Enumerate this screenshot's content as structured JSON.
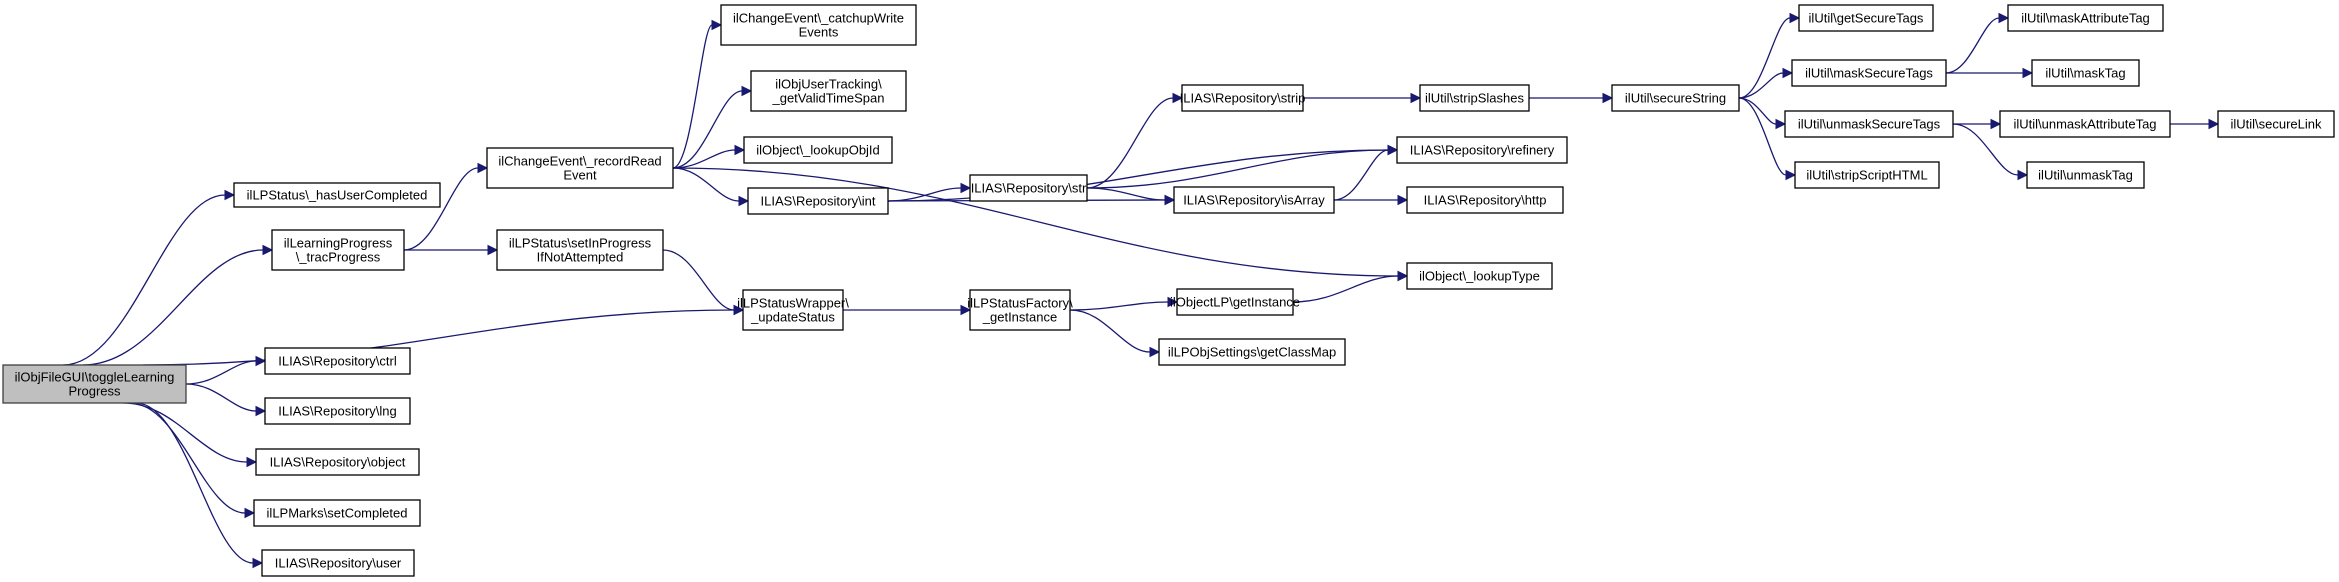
{
  "graph": {
    "title": "ilObjFileGUI\\toggleLearningProgress call graph",
    "colors": {
      "edge": "#191970",
      "root_fill": "#bfbfbf",
      "node_fill": "#ffffff",
      "border": "#000000"
    },
    "nodes": [
      {
        "id": "root",
        "lines": [
          "ilObjFileGUI\\toggleLearning",
          "Progress"
        ],
        "root": true
      },
      {
        "id": "hasUserCompleted",
        "lines": [
          "ilLPStatus\\_hasUserCompleted"
        ]
      },
      {
        "id": "tracProgress",
        "lines": [
          "ilLearningProgress",
          "\\_tracProgress"
        ]
      },
      {
        "id": "recordReadEvent",
        "lines": [
          "ilChangeEvent\\_recordRead",
          "Event"
        ]
      },
      {
        "id": "setInProgress",
        "lines": [
          "ilLPStatus\\setInProgress",
          "IfNotAttempted"
        ]
      },
      {
        "id": "ctrl",
        "lines": [
          "ILIAS\\Repository\\ctrl"
        ]
      },
      {
        "id": "lng",
        "lines": [
          "ILIAS\\Repository\\lng"
        ]
      },
      {
        "id": "object",
        "lines": [
          "ILIAS\\Repository\\object"
        ]
      },
      {
        "id": "setCompleted",
        "lines": [
          "ilLPMarks\\setCompleted"
        ]
      },
      {
        "id": "user",
        "lines": [
          "ILIAS\\Repository\\user"
        ]
      },
      {
        "id": "catchupWriteEvents",
        "lines": [
          "ilChangeEvent\\_catchupWrite",
          "Events"
        ]
      },
      {
        "id": "getValidTimeSpan",
        "lines": [
          "ilObjUserTracking\\",
          "_getValidTimeSpan"
        ]
      },
      {
        "id": "lookupObjId",
        "lines": [
          "ilObject\\_lookupObjId"
        ]
      },
      {
        "id": "int",
        "lines": [
          "ILIAS\\Repository\\int"
        ]
      },
      {
        "id": "updateStatus",
        "lines": [
          "ilLPStatusWrapper\\",
          "_updateStatus"
        ]
      },
      {
        "id": "str",
        "lines": [
          "ILIAS\\Repository\\str"
        ]
      },
      {
        "id": "getInstanceFactory",
        "lines": [
          "ilLPStatusFactory\\",
          "_getInstance"
        ]
      },
      {
        "id": "strip",
        "lines": [
          "ILIAS\\Repository\\strip"
        ]
      },
      {
        "id": "isArray",
        "lines": [
          "ILIAS\\Repository\\isArray"
        ]
      },
      {
        "id": "objectLPgetInstance",
        "lines": [
          "ilObjectLP\\getInstance"
        ]
      },
      {
        "id": "getClassMap",
        "lines": [
          "ilLPObjSettings\\getClassMap"
        ]
      },
      {
        "id": "stripSlashes",
        "lines": [
          "ilUtil\\stripSlashes"
        ]
      },
      {
        "id": "refinery",
        "lines": [
          "ILIAS\\Repository\\refinery"
        ]
      },
      {
        "id": "http",
        "lines": [
          "ILIAS\\Repository\\http"
        ]
      },
      {
        "id": "lookupType",
        "lines": [
          "ilObject\\_lookupType"
        ]
      },
      {
        "id": "secureString",
        "lines": [
          "ilUtil\\secureString"
        ]
      },
      {
        "id": "getSecureTags",
        "lines": [
          "ilUtil\\getSecureTags"
        ]
      },
      {
        "id": "maskSecureTags",
        "lines": [
          "ilUtil\\maskSecureTags"
        ]
      },
      {
        "id": "unmaskSecureTags",
        "lines": [
          "ilUtil\\unmaskSecureTags"
        ]
      },
      {
        "id": "stripScriptHTML",
        "lines": [
          "ilUtil\\stripScriptHTML"
        ]
      },
      {
        "id": "maskAttributeTag",
        "lines": [
          "ilUtil\\maskAttributeTag"
        ]
      },
      {
        "id": "maskTag",
        "lines": [
          "ilUtil\\maskTag"
        ]
      },
      {
        "id": "unmaskAttributeTag",
        "lines": [
          "ilUtil\\unmaskAttributeTag"
        ]
      },
      {
        "id": "unmaskTag",
        "lines": [
          "ilUtil\\unmaskTag"
        ]
      },
      {
        "id": "secureLink",
        "lines": [
          "ilUtil\\secureLink"
        ]
      }
    ],
    "edges": [
      [
        "root",
        "hasUserCompleted"
      ],
      [
        "root",
        "tracProgress"
      ],
      [
        "root",
        "updateStatus"
      ],
      [
        "root",
        "ctrl"
      ],
      [
        "root",
        "lng"
      ],
      [
        "root",
        "object"
      ],
      [
        "root",
        "setCompleted"
      ],
      [
        "root",
        "user"
      ],
      [
        "tracProgress",
        "recordReadEvent"
      ],
      [
        "tracProgress",
        "setInProgress"
      ],
      [
        "setInProgress",
        "updateStatus"
      ],
      [
        "recordReadEvent",
        "catchupWriteEvents"
      ],
      [
        "recordReadEvent",
        "getValidTimeSpan"
      ],
      [
        "recordReadEvent",
        "lookupObjId"
      ],
      [
        "recordReadEvent",
        "int"
      ],
      [
        "recordReadEvent",
        "lookupType"
      ],
      [
        "int",
        "str"
      ],
      [
        "int",
        "refinery"
      ],
      [
        "int",
        "isArray"
      ],
      [
        "str",
        "strip"
      ],
      [
        "str",
        "refinery"
      ],
      [
        "str",
        "isArray"
      ],
      [
        "strip",
        "stripSlashes"
      ],
      [
        "isArray",
        "refinery"
      ],
      [
        "isArray",
        "http"
      ],
      [
        "stripSlashes",
        "secureString"
      ],
      [
        "updateStatus",
        "getInstanceFactory"
      ],
      [
        "getInstanceFactory",
        "objectLPgetInstance"
      ],
      [
        "getInstanceFactory",
        "getClassMap"
      ],
      [
        "objectLPgetInstance",
        "lookupType"
      ],
      [
        "secureString",
        "getSecureTags"
      ],
      [
        "secureString",
        "maskSecureTags"
      ],
      [
        "secureString",
        "unmaskSecureTags"
      ],
      [
        "secureString",
        "stripScriptHTML"
      ],
      [
        "maskSecureTags",
        "maskAttributeTag"
      ],
      [
        "maskSecureTags",
        "maskTag"
      ],
      [
        "unmaskSecureTags",
        "unmaskAttributeTag"
      ],
      [
        "unmaskSecureTags",
        "unmaskTag"
      ],
      [
        "unmaskAttributeTag",
        "secureLink"
      ]
    ]
  }
}
